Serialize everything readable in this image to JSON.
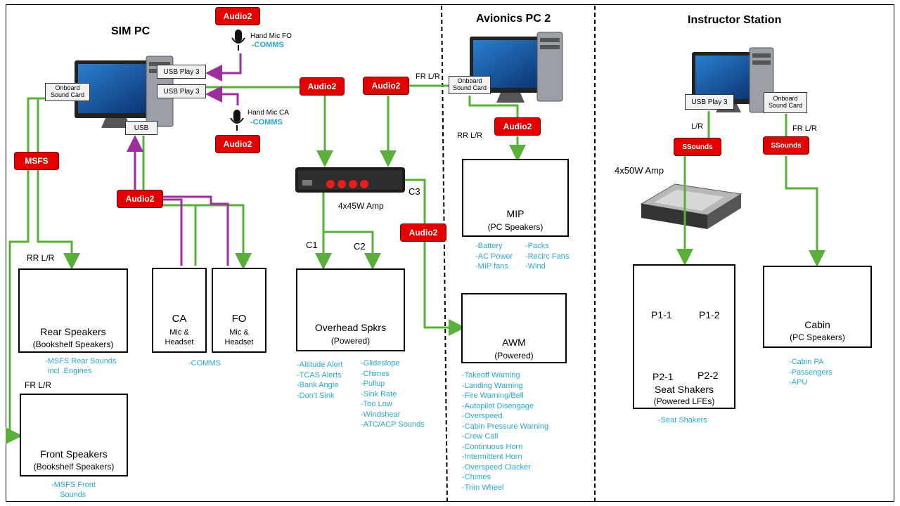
{
  "sections": {
    "sim_pc": "SIM PC",
    "avionics_pc2": "Avionics PC 2",
    "instructor": "Instructor Station"
  },
  "sim": {
    "onboard": "Onboard Sound Card",
    "usb_play3_a": "USB Play 3",
    "usb_play3_b": "USB Play 3",
    "usb": "USB",
    "msfs": "MSFS",
    "audio2_top": "Audio2",
    "audio2_mid": "Audio2",
    "audio2_low": "Audio2",
    "audio2_hub": "Audio2",
    "hand_mic_fo": "Hand Mic FO",
    "hand_mic_ca": "Hand Mic CA",
    "comms_fo": "-COMMS",
    "comms_ca": "-COMMS",
    "rr_lr": "RR L/R",
    "fr_lr": "FR L/R",
    "rear_title": "Rear Speakers",
    "rear_sub": "(Bookshelf Speakers)",
    "rear_sounds": [
      "-MSFS Rear Sounds",
      "incl .Engines"
    ],
    "front_title": "Front Speakers",
    "front_sub": "(Bookshelf Speakers)",
    "front_sounds": [
      "-MSFS Front",
      "Sounds"
    ],
    "ca_title": "CA",
    "ca_sub": [
      "Mic &",
      "Headset"
    ],
    "fo_title": "FO",
    "fo_sub": [
      "Mic &",
      "Headset"
    ],
    "headset_comms": "-COMMS"
  },
  "amp45": {
    "audio2_in": "Audio2",
    "audio2_out": "Audio2",
    "label": "4x45W Amp",
    "c1": "C1",
    "c2": "C2",
    "c3": "C3",
    "overhead_title": "Overhead Spkrs",
    "overhead_sub": "(Powered)",
    "list1": [
      "-Altitude Alert",
      "-TCAS Alerts",
      "-Bank Angle",
      "-Don't Sink"
    ],
    "list2": [
      "-Glideslope",
      "-Chimes",
      "-Pullup",
      "-Sink Rate",
      "-Too Low",
      "-Windshear",
      "-ATC/ACP Sounds"
    ]
  },
  "avionics": {
    "fr_lr": "FR L/R",
    "rr_lr": "RR L/R",
    "onboard": "Onboard Sound Card",
    "audio2": "Audio2",
    "mip_title": "MIP",
    "mip_sub": "(PC Speakers)",
    "mip_list1": [
      "-Battery",
      "-AC Power",
      "-MIP fans"
    ],
    "mip_list2": [
      "-Packs",
      "-Recirc Fans",
      "-Wind"
    ],
    "awm_title": "AWM",
    "awm_sub": "(Powered)",
    "awm_list": [
      "-Takeoff Warning",
      "-Landing Warning",
      "-Fire Warning/Bell",
      "-Autopilot Disengage",
      "-Overspeed",
      "-Cabin Pressure Warning",
      "-Crew Call",
      "-Continuous Horn",
      "-Intermittent Horn",
      "-Overspeed Clacker",
      "-Chimes",
      "-Trim Wheel"
    ]
  },
  "instructor": {
    "usb_play3": "USB Play 3",
    "onboard": "Onboard Sound Card",
    "lr": "L/R",
    "fr_lr": "FR L/R",
    "ssounds_a": "SSounds",
    "ssounds_b": "SSounds",
    "amp_label": "4x50W Amp",
    "p11": "P1-1",
    "p12": "P1-2",
    "p21": "P2-1",
    "p22": "P2-2",
    "seat_title": "Seat Shakers",
    "seat_sub": "(Powered LFEs)",
    "seat_list": [
      "-Seat Shakers"
    ],
    "cabin_title": "Cabin",
    "cabin_sub": "(PC Speakers)",
    "cabin_list": [
      "-Cabin PA",
      "-Passengers",
      "-APU"
    ]
  },
  "colors": {
    "green": "#5aae3a",
    "purple": "#9b2f9b",
    "red": "#e30000",
    "blue_text": "#29a8d6"
  }
}
